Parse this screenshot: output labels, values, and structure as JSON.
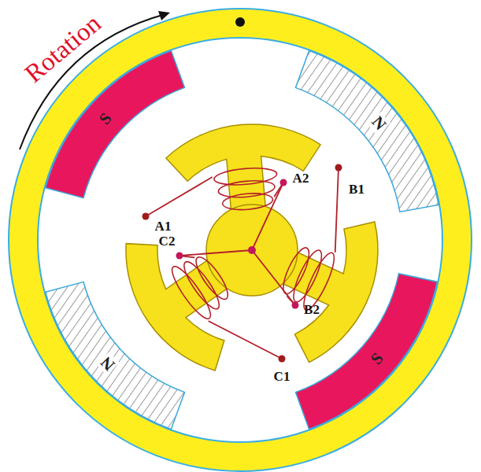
{
  "diagram": {
    "labels": [
      "Rotation",
      "S",
      "N",
      "A1",
      "A2",
      "B1",
      "C2",
      "B2",
      "C1",
      "N",
      "S"
    ]
  }
}
